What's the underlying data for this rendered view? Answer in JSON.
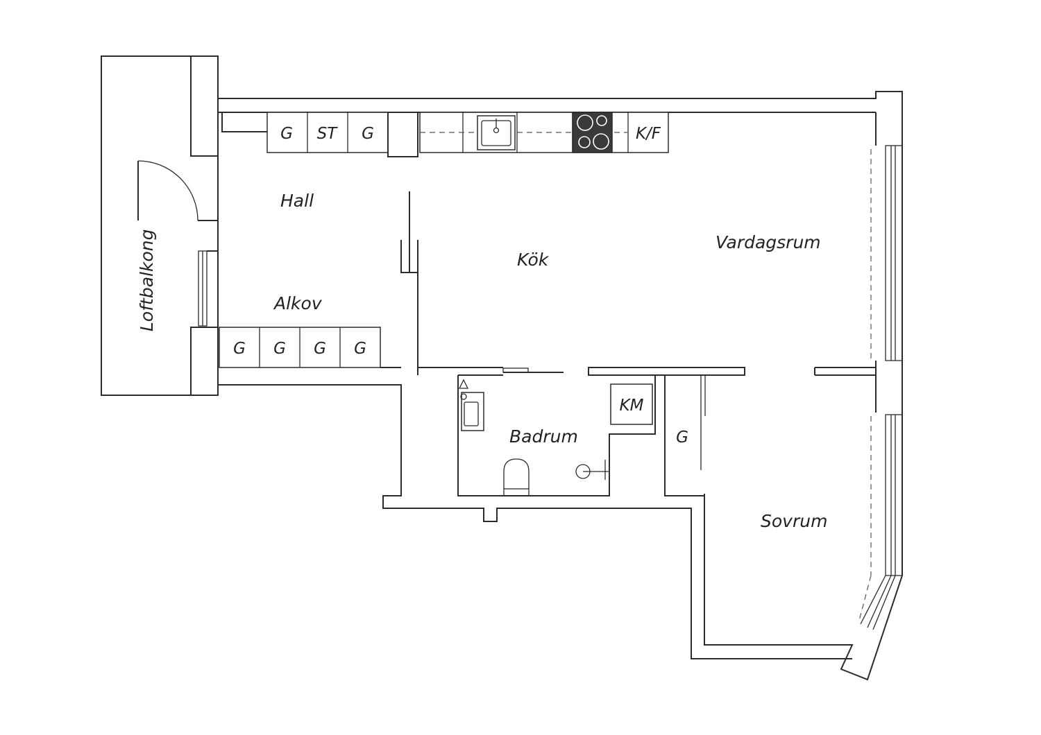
{
  "rooms": {
    "hall": "Hall",
    "kok": "Kök",
    "vardagsrum": "Vardagsrum",
    "alkov": "Alkov",
    "loftbalkong": "Loftbalkong",
    "badrum": "Badrum",
    "sovrum": "Sovrum"
  },
  "fixtures": {
    "kitchen_cabinets": [
      "G",
      "ST",
      "G"
    ],
    "fridge_freezer": "K/F",
    "alcove_wardrobes": [
      "G",
      "G",
      "G",
      "G"
    ],
    "washing_machine": "KM",
    "bedroom_wardrobe": "G"
  },
  "colors": {
    "line": "#2b2b2b",
    "stove": "#3a3a3a",
    "background": "#ffffff"
  }
}
